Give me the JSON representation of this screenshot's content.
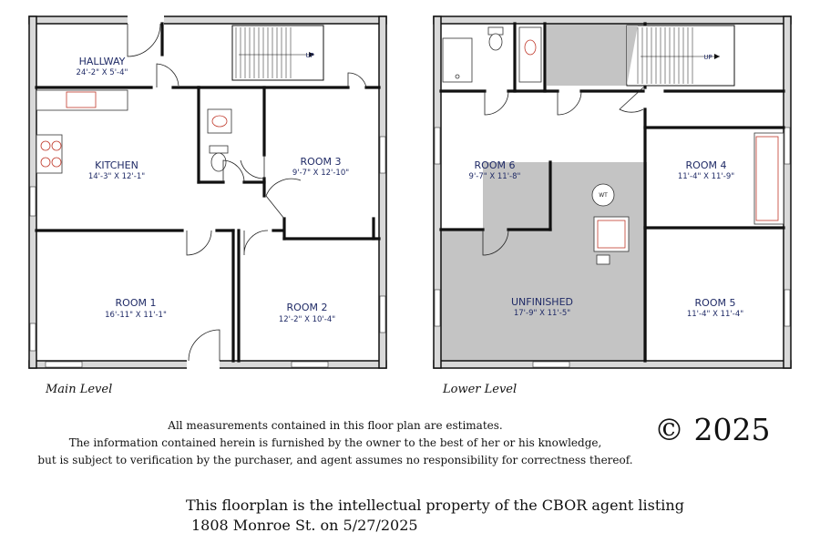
{
  "main_level": {
    "caption": "Main Level",
    "rooms": [
      {
        "name": "HALLWAY",
        "dims": "24'-2\" X 5'-4\""
      },
      {
        "name": "KITCHEN",
        "dims": "14'-3\" X 12'-1\""
      },
      {
        "name": "ROOM 3",
        "dims": "9'-7\" X 12'-10\""
      },
      {
        "name": "ROOM 1",
        "dims": "16'-11\" X 11'-1\""
      },
      {
        "name": "ROOM 2",
        "dims": "12'-2\" X 10'-4\""
      }
    ],
    "stair_label": "UP"
  },
  "lower_level": {
    "caption": "Lower Level",
    "rooms": [
      {
        "name": "ROOM 6",
        "dims": "9'-7\" X 11'-8\""
      },
      {
        "name": "ROOM 4",
        "dims": "11'-4\" X 11'-9\""
      },
      {
        "name": "UNFINISHED",
        "dims": "17'-9\" X 11'-5\""
      },
      {
        "name": "ROOM 5",
        "dims": "11'-4\" X 11'-4\""
      }
    ],
    "stair_label": "UP",
    "fixture_label": "WT"
  },
  "disclaimer": [
    "All measurements contained in this floor plan are estimates.",
    "The information contained herein is furnished by the owner to the best of her or his knowledge,",
    "but is subject to verification by the purchaser, and agent assumes no responsibility for correctness thereof."
  ],
  "copyright": "© 2025",
  "property_notice": [
    "This floorplan is the intellectual property of the CBOR agent listing",
    "1808 Monroe St. on 5/27/2025"
  ],
  "colors": {
    "wall": "#d9d9d9",
    "label": "#1f2a66",
    "unfinished": "#c4c4c4"
  }
}
